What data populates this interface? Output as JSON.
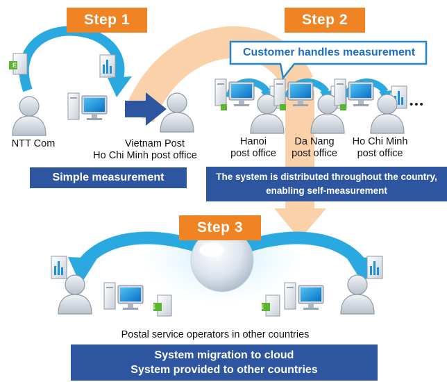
{
  "step1": {
    "title": "Step 1",
    "nodes": [
      "NTT Com",
      "Vietnam Post",
      "Ho Chi Minh post office"
    ],
    "note": "Simple measurement"
  },
  "step2": {
    "title": "Step 2",
    "callout": "Customer handles measurement",
    "nodes": [
      {
        "line1": "Hanoi",
        "line2": "post office"
      },
      {
        "line1": "Da Nang",
        "line2": "post office"
      },
      {
        "line1": "Ho Chi Minh",
        "line2": "post office"
      }
    ],
    "more": "•••",
    "note_line1": "The system is distributed throughout the country,",
    "note_line2": "enabling self-measurement"
  },
  "step3": {
    "title": "Step 3",
    "operators": "Postal service operators in other countries",
    "note_line1": "System migration to cloud",
    "note_line2": "System provided to other countries"
  },
  "badge_letter": "E",
  "colors": {
    "orange": "#f08323",
    "blue_box": "#2e56a0",
    "arrow_cyan": "#29a9e0",
    "peach_arrow": "#f9c99a",
    "badge_green": "#5cb531"
  }
}
